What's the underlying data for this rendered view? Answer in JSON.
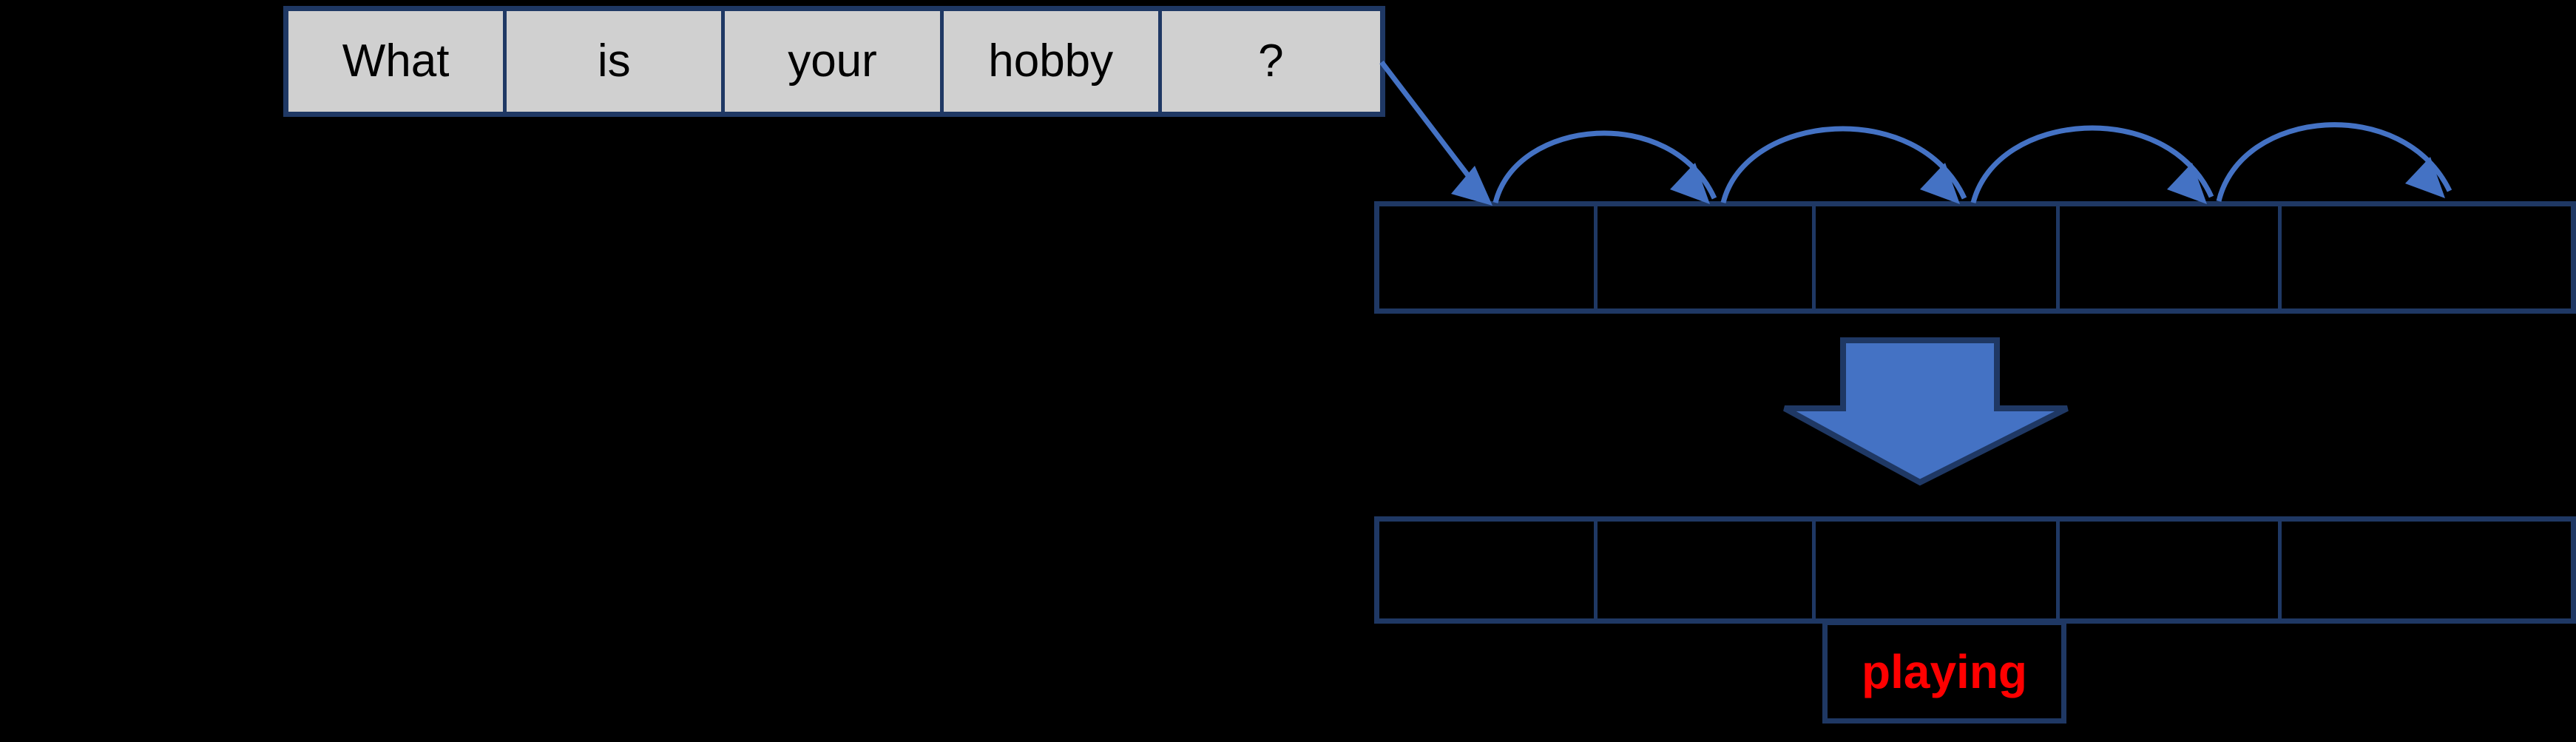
{
  "diagram": {
    "title_text": "",
    "colors": {
      "background": "#000000",
      "table_border": "#1F3864",
      "source_cell_fill": "#D0D0D0",
      "source_text": "#000000",
      "arrow_blue": "#4472C4",
      "block_arrow_fill": "#4472C4",
      "block_arrow_stroke": "#1F3864",
      "output_word_text": "#FF0000"
    },
    "source_table": {
      "name": "input-sentence-table",
      "cells": [
        {
          "text": "What"
        },
        {
          "text": "is"
        },
        {
          "text": "your"
        },
        {
          "text": "hobby"
        },
        {
          "text": "?"
        }
      ]
    },
    "encoder_table": {
      "name": "encoder-slot-table",
      "cells": [
        {
          "text": ""
        },
        {
          "text": ""
        },
        {
          "text": ""
        },
        {
          "text": ""
        },
        {
          "text": ""
        }
      ]
    },
    "decoder_table": {
      "name": "decoder-slot-table",
      "cells": [
        {
          "text": ""
        },
        {
          "text": ""
        },
        {
          "text": ""
        },
        {
          "text": ""
        },
        {
          "text": ""
        }
      ]
    },
    "output_cell": {
      "name": "predicted-word-cell",
      "text": "playing"
    },
    "connectors": {
      "feed_line": {
        "name": "sentence-to-slots-connector",
        "kind": "straight-arrow"
      },
      "hop_arrows": {
        "name": "sequence-hop-arrow",
        "count": 4,
        "kind": "curved-arrow"
      },
      "transform_arrow": {
        "name": "transform-block-arrow",
        "kind": "down-block-arrow"
      }
    }
  }
}
